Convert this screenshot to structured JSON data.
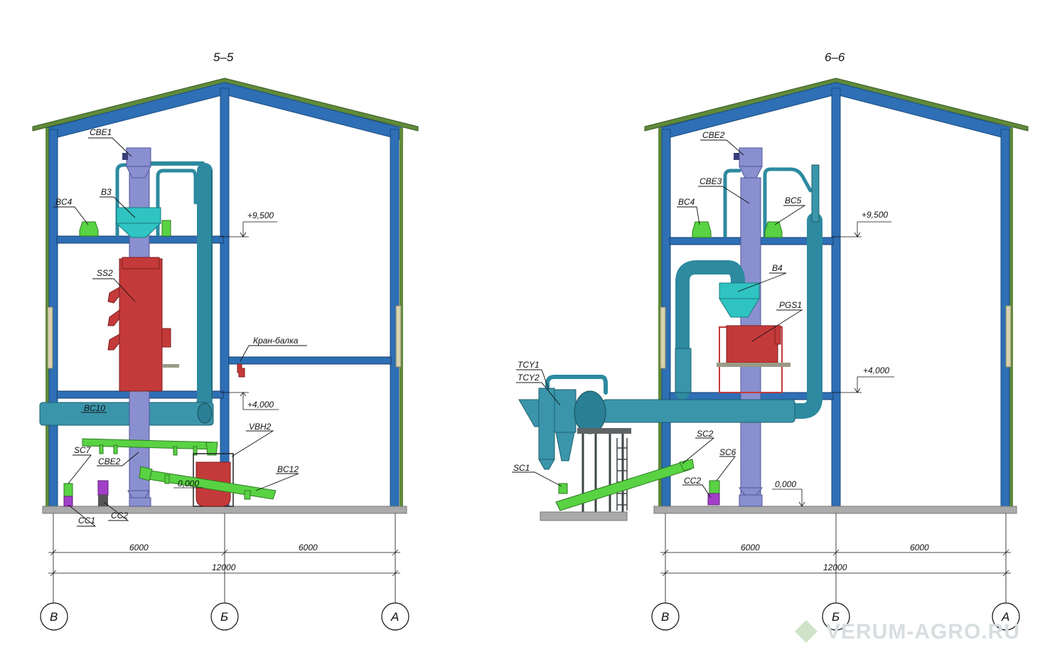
{
  "sections": [
    {
      "title": "5–5",
      "labels": {
        "cbe1": "CBE1",
        "b3": "B3",
        "bc4": "BC4",
        "ss2": "SS2",
        "crane": "Кран-балка",
        "bc10": "BC10",
        "sc7": "SC7",
        "cbe2": "CBE2",
        "vbh2": "VBH2",
        "bc12": "BC12",
        "cc1": "CC1",
        "cc2": "CC2"
      },
      "levels": {
        "top": "+9,500",
        "mid": "+4,000",
        "zero": "0,000"
      },
      "dims": {
        "left": "6000",
        "right": "6000",
        "total": "12000"
      },
      "axes": [
        "B",
        "Б",
        "A"
      ]
    },
    {
      "title": "6–6",
      "labels": {
        "cbe2": "CBE2",
        "cbe3": "CBE3",
        "bc4": "BC4",
        "bc5": "BC5",
        "b4": "B4",
        "pgs1": "PGS1",
        "tcy1": "TCY1",
        "tcy2": "TCY2",
        "sc1": "SC1",
        "sc2": "SC2",
        "sc6": "SC6",
        "cc2": "CC2"
      },
      "levels": {
        "top": "+9,500",
        "mid": "+4,000",
        "zero": "0,000"
      },
      "dims": {
        "left": "6000",
        "right": "6000",
        "total": "12000"
      },
      "axes": [
        "B",
        "Б",
        "A"
      ]
    }
  ],
  "watermark": "VERUM-AGRO.RU",
  "colors": {
    "frame": "#2e6fb5",
    "duct": "#3a95ab",
    "machine_red": "#c43a3a",
    "conveyor_green": "#59d243",
    "bin_cyan": "#2fc3c2",
    "column_violet": "#8a8fd0",
    "pump_purple": "#a23fc9"
  }
}
